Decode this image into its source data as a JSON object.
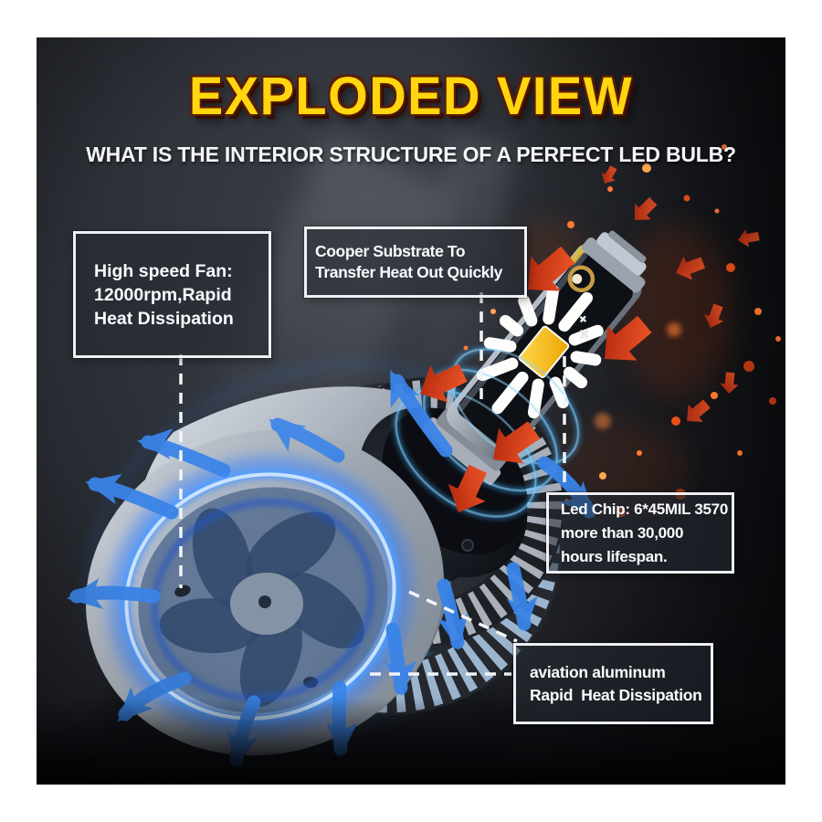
{
  "header": {
    "title": "EXPLODED VIEW",
    "subtitle": "WHAT IS THE INTERIOR STRUCTURE OF A PERFECT LED BULB?"
  },
  "callouts": [
    {
      "id": "high-speed-fan",
      "lines": [
        "High speed Fan:",
        "12000rpm,Rapid",
        "Heat Dissipation"
      ]
    },
    {
      "id": "copper-substrate",
      "lines": [
        "Cooper Substrate To",
        "Transfer Heat Out Quickly"
      ]
    },
    {
      "id": "led-chip",
      "lines": [
        "Led Chip: 6*45MIL 3570",
        "more than 30,000",
        "hours lifespan."
      ]
    },
    {
      "id": "aviation-aluminum",
      "lines": [
        "aviation aluminum",
        "Rapid  Heat Dissipation"
      ]
    }
  ],
  "illustration": {
    "subject": "exploded view of LED headlight bulb",
    "parts": [
      "cooling-fan",
      "aluminum-heatsink-fins",
      "copper-substrate-tube",
      "led-chip",
      "mounting-collar"
    ],
    "airflow_arrows": "blue curved arrows radiating from fan",
    "heat_arrows": "red arrows showing heat leaving copper substrate",
    "sparks": "orange embers on dark background"
  },
  "colors": {
    "title_yellow": "#ffd60f",
    "title_outline": "#4a1504",
    "background_dark": "#2d3037",
    "box_border": "#f6f8fb",
    "text_white": "#f4f6f8",
    "airflow_blue": "#3a84e8",
    "fan_glow_blue": "#4f9bff",
    "heat_red": "#d8431d",
    "spark_orange": "#ff6a1e"
  }
}
